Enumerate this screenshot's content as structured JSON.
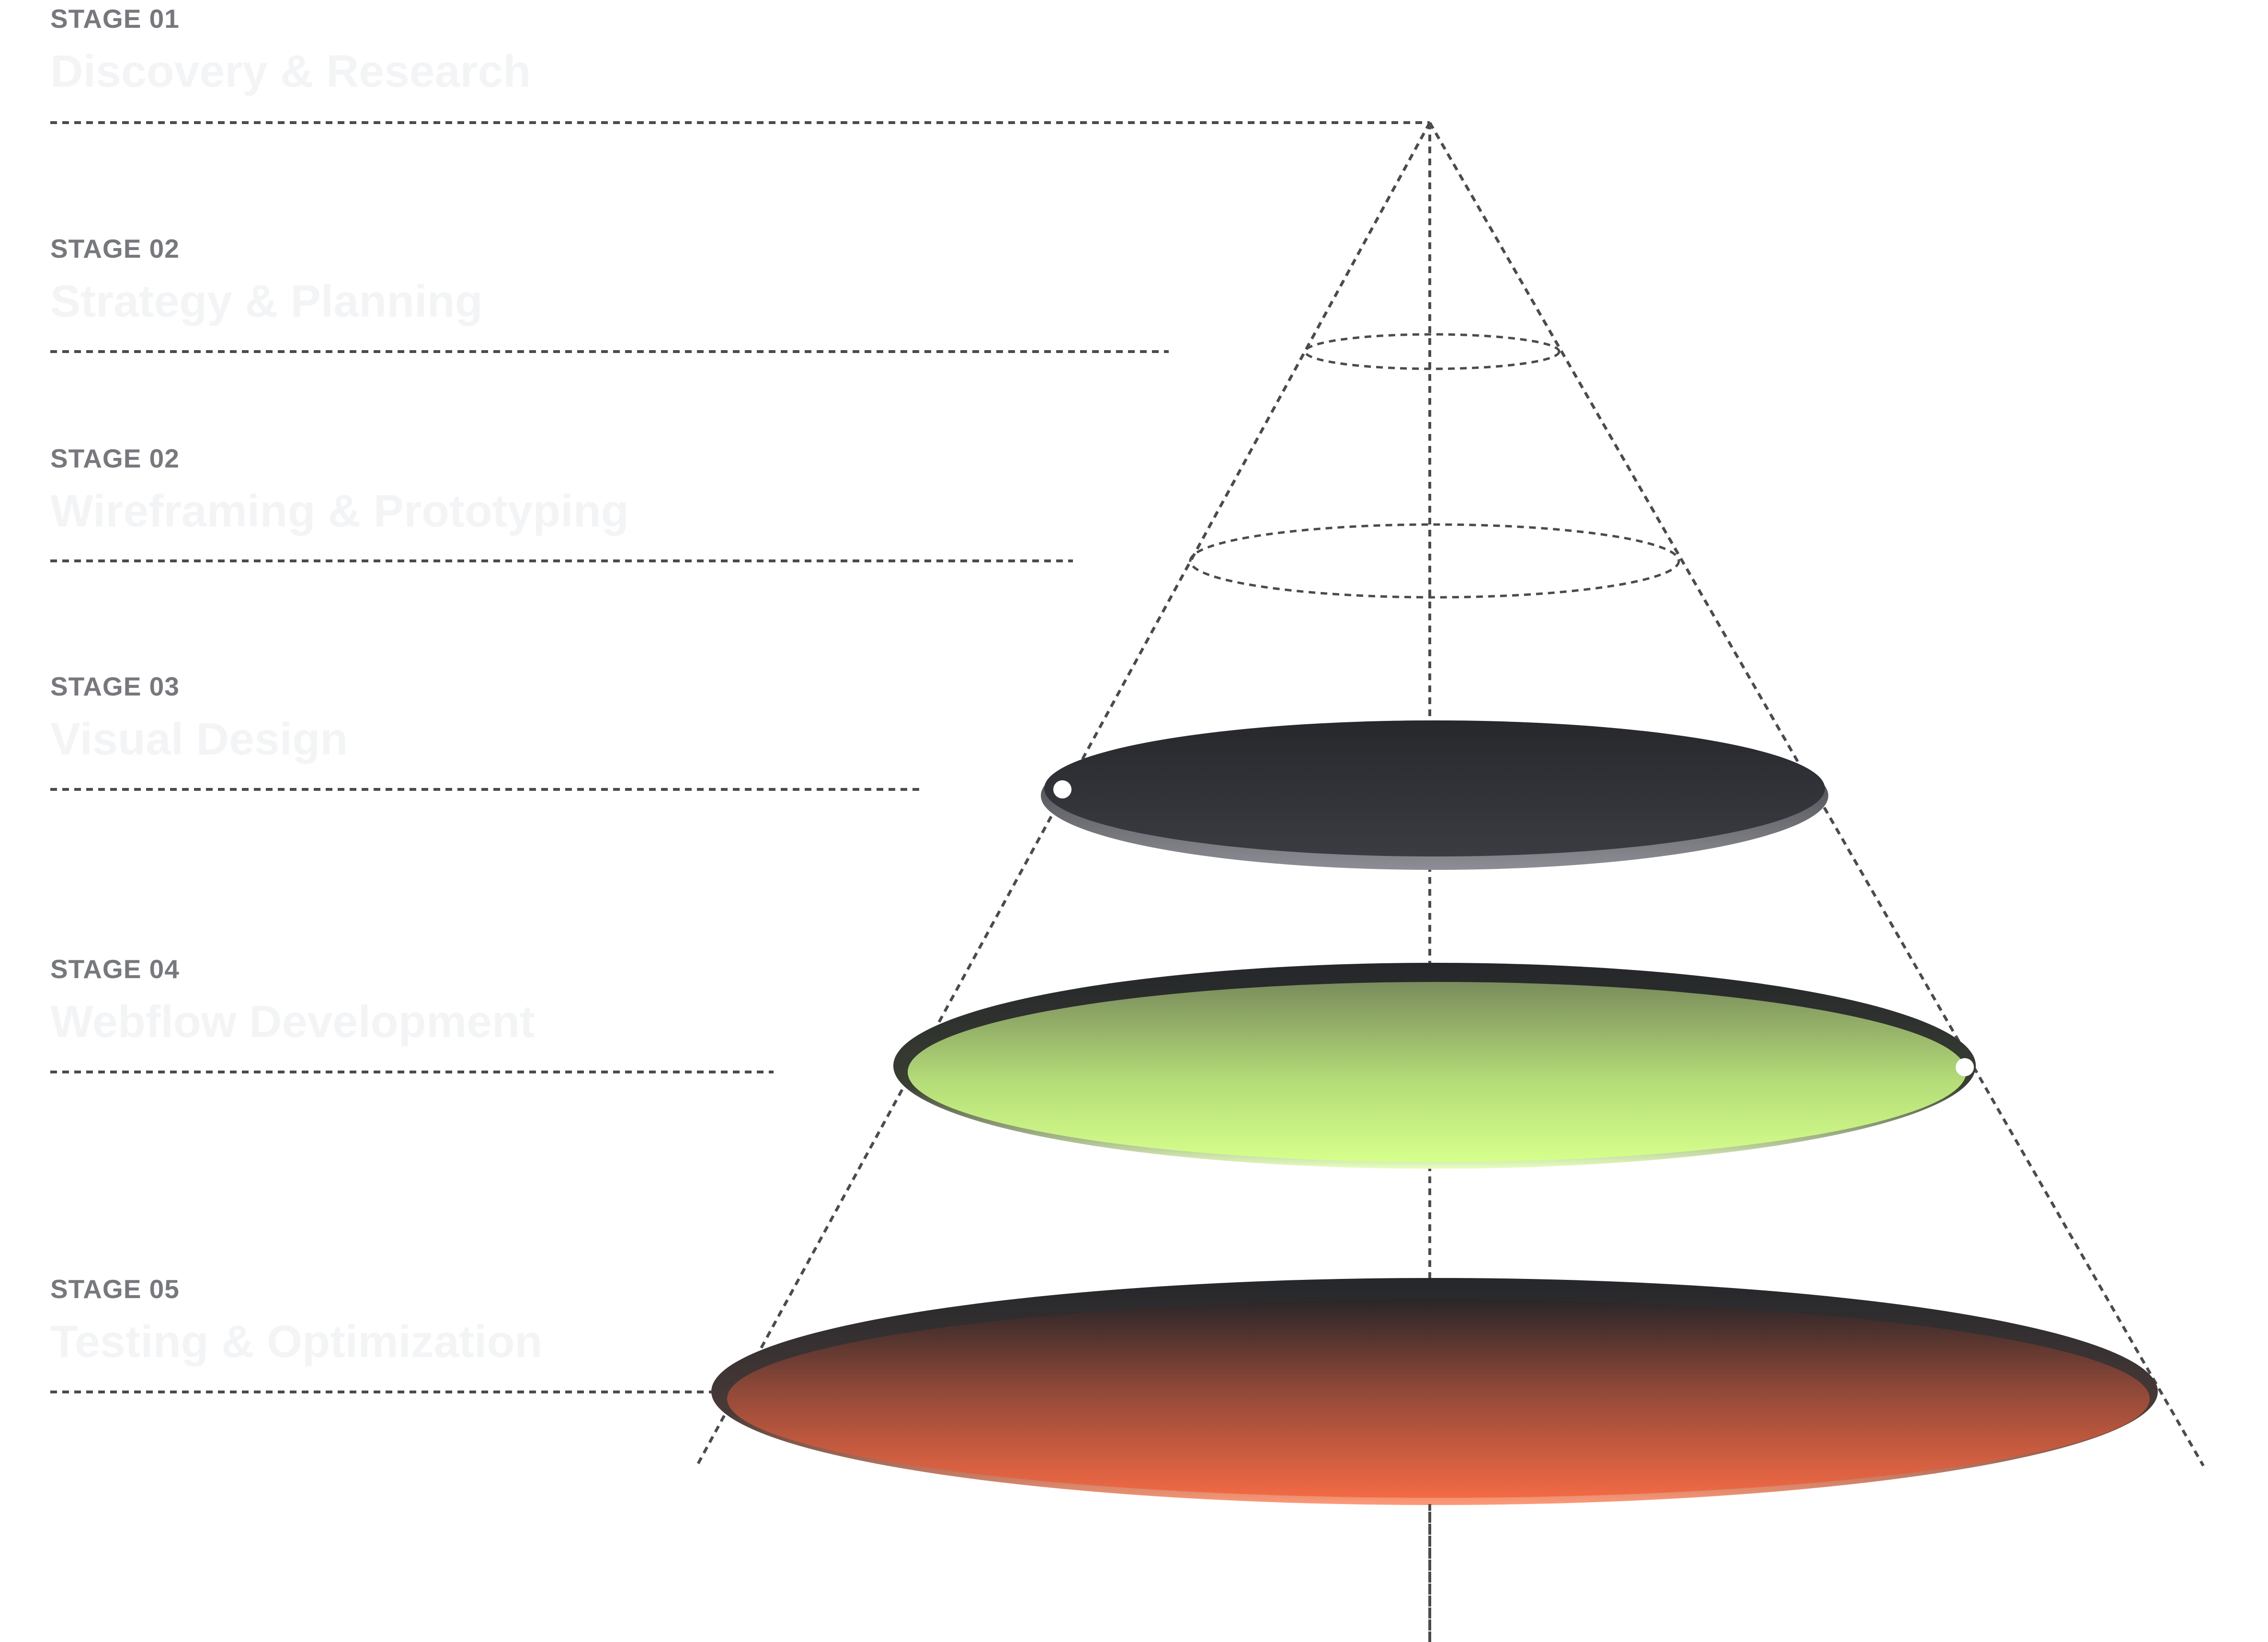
{
  "stages": [
    {
      "number": "STAGE 01",
      "title": "Discovery & Research"
    },
    {
      "number": "STAGE 02",
      "title": "Strategy & Planning"
    },
    {
      "number": "STAGE 02",
      "title": "Wireframing & Prototyping"
    },
    {
      "number": "STAGE 03",
      "title": "Visual Design"
    },
    {
      "number": "STAGE 04",
      "title": "Webflow Development"
    },
    {
      "number": "STAGE 05",
      "title": "Testing & Optimization"
    }
  ],
  "colors": {
    "line": "#4a4b4f",
    "stage_label": "#76787d",
    "title": "#f3f4f6",
    "disc_dark": "#2d2f33",
    "disc_green": "#c8f582",
    "disc_orange": "#f06a48"
  }
}
